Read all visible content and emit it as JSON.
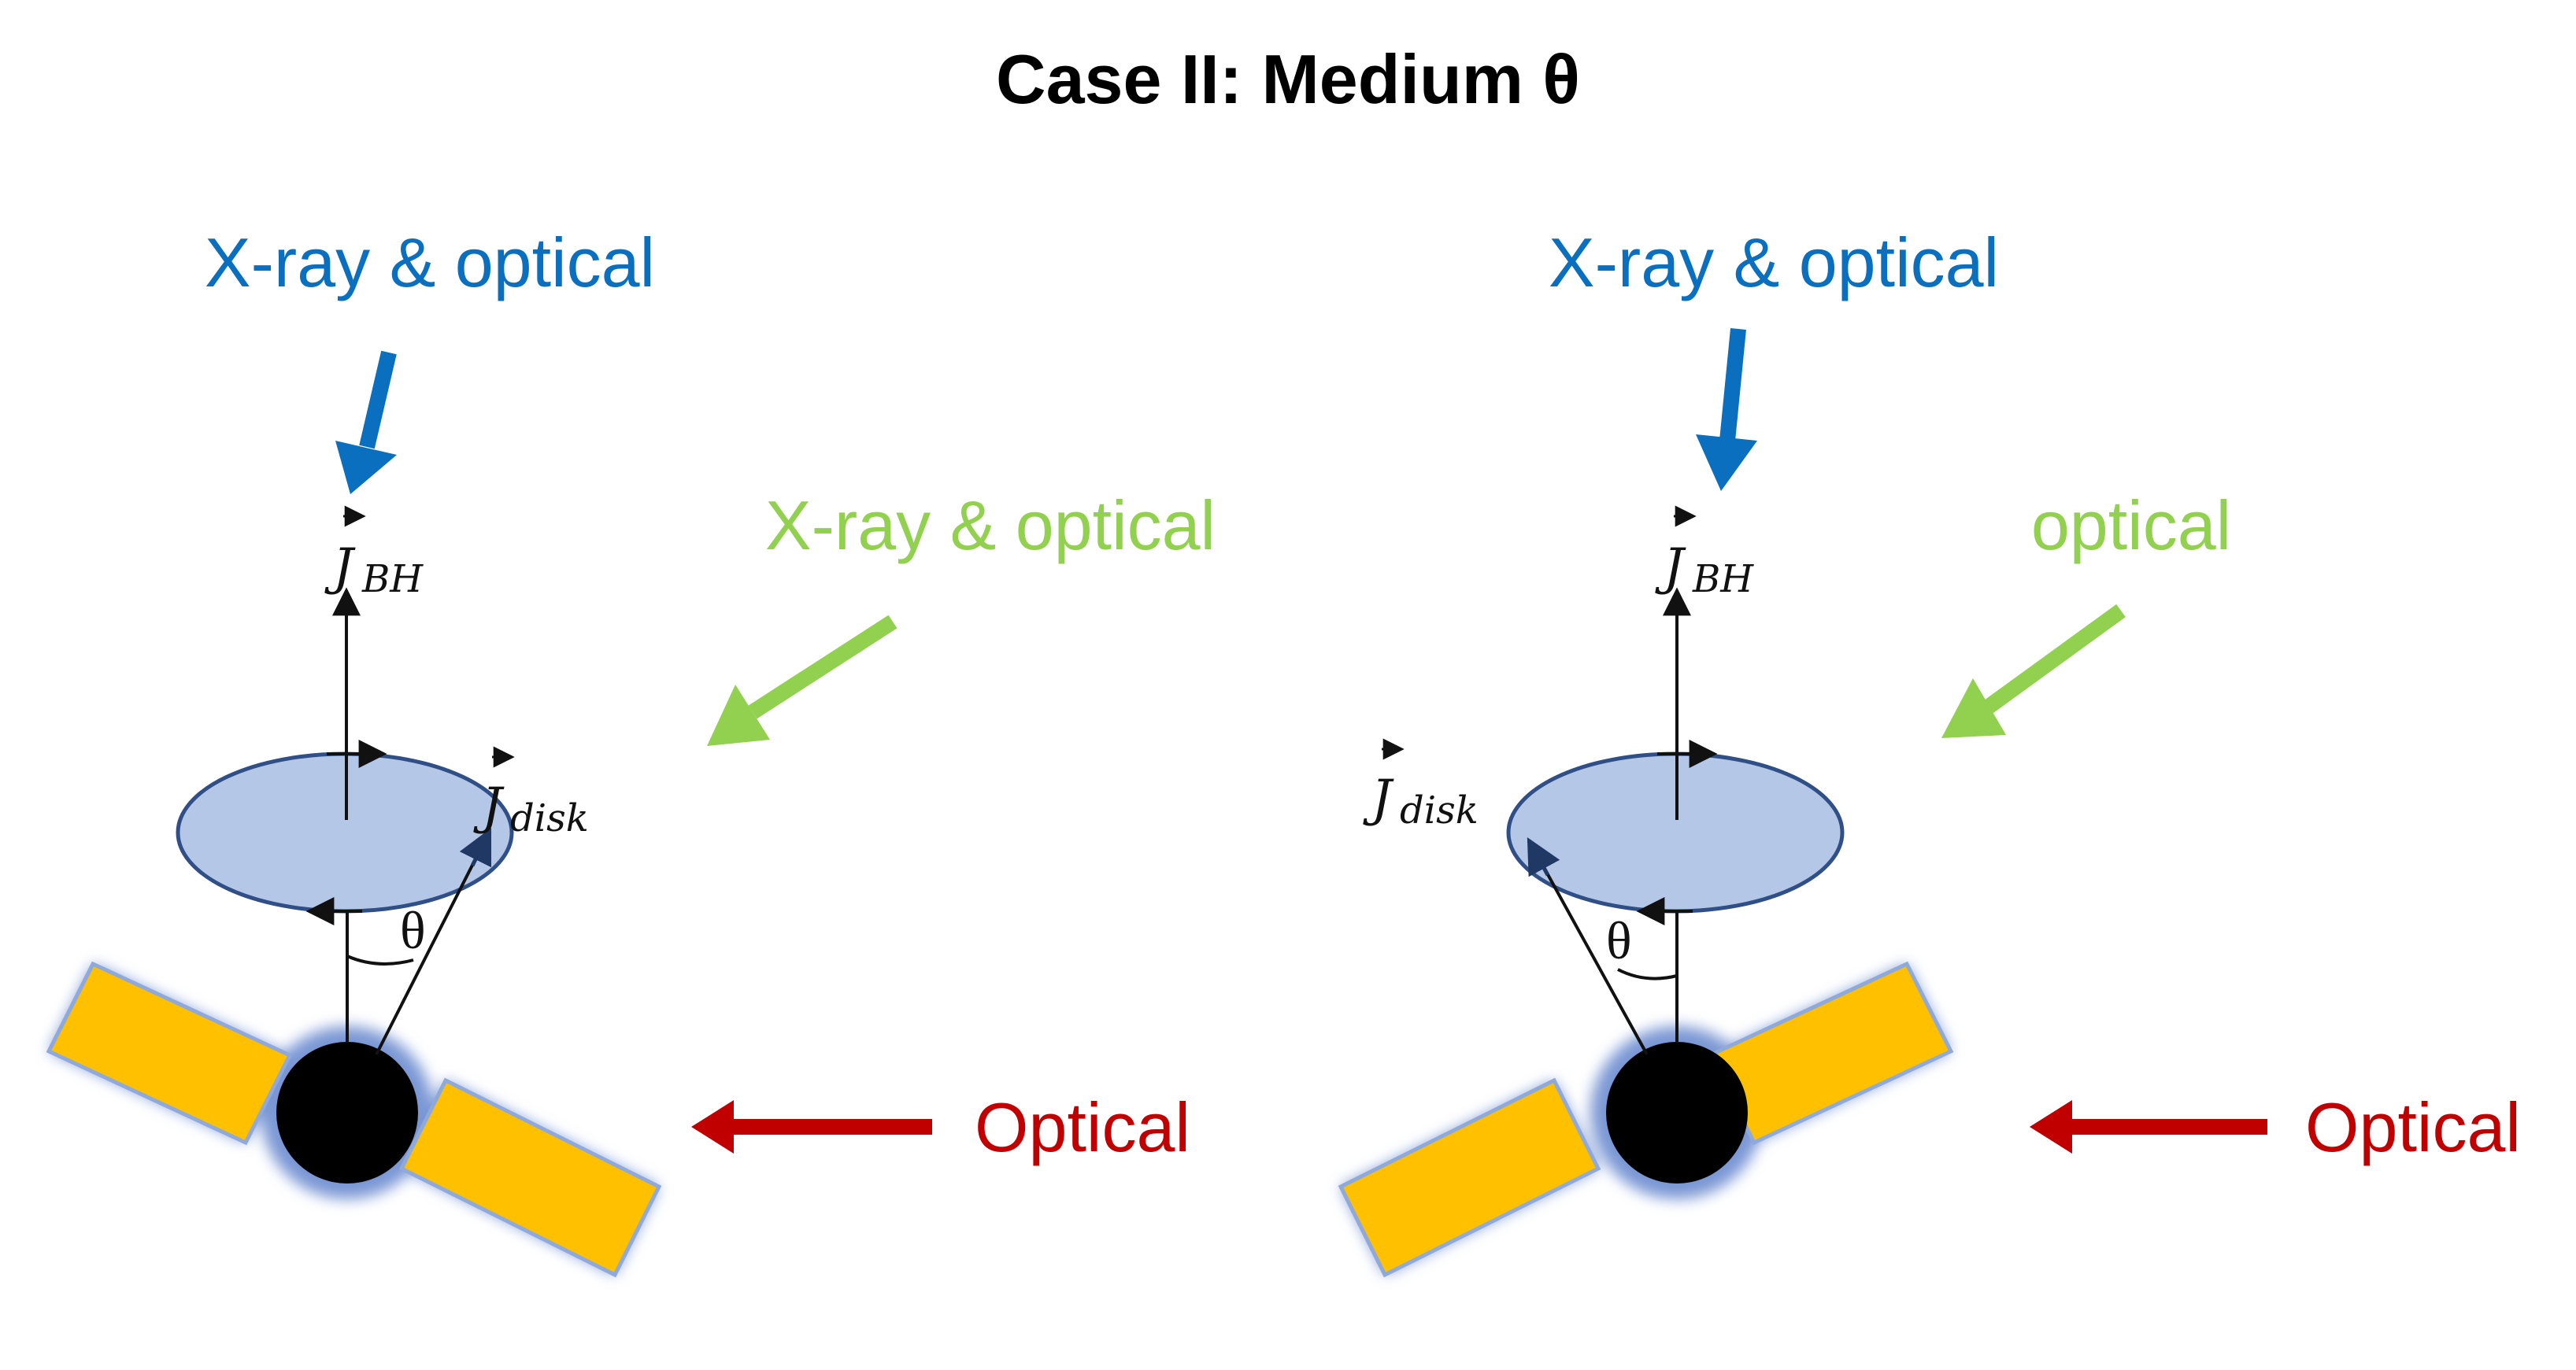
{
  "title": "Case II: Medium θ",
  "colors": {
    "blue": "#0A6FBF",
    "green": "#92D050",
    "red": "#C00000",
    "disk_fill": "#B4C7E7",
    "disk_edge": "#2F4F86",
    "jet_fill": "#FFC000",
    "glow": "#7A97D4",
    "bh": "#000000"
  },
  "panels": [
    {
      "blue_label": "X-ray & optical",
      "green_label": "X-ray & optical",
      "red_label": "Optical",
      "j_bh": "J",
      "j_bh_sub": "BH",
      "j_disk": "J",
      "j_disk_sub": "disk",
      "theta": "θ"
    },
    {
      "blue_label": "X-ray & optical",
      "green_label": "optical",
      "red_label": "Optical",
      "j_bh": "J",
      "j_bh_sub": "BH",
      "j_disk": "J",
      "j_disk_sub": "disk",
      "theta": "θ"
    }
  ]
}
